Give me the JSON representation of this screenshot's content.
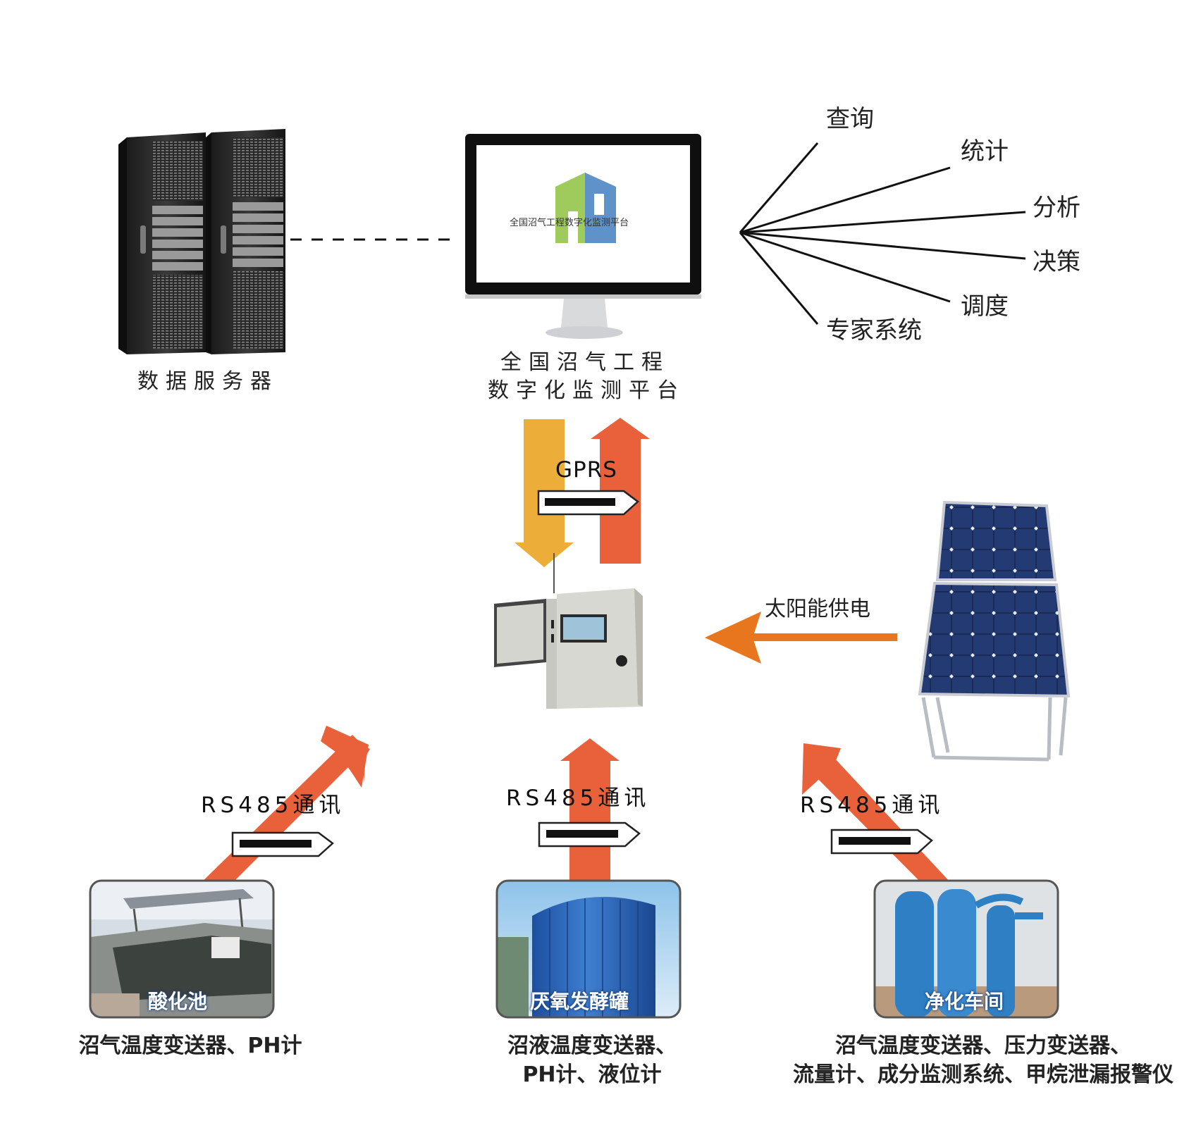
{
  "server": {
    "caption": "数据服务器"
  },
  "platform": {
    "screen_title": "全国沼气工程数字化监测平台",
    "caption_line1": "全国沼气工程",
    "caption_line2": "数字化监测平台"
  },
  "functions": [
    "查询",
    "统计",
    "分析",
    "决策",
    "调度",
    "专家系统"
  ],
  "links": {
    "gprs": "GPRS",
    "solar": "太阳能供电",
    "rs485_left": "RS485通讯",
    "rs485_mid": "RS485通讯",
    "rs485_right": "RS485通讯"
  },
  "sites": [
    {
      "name": "酸化池",
      "devices_line1": "沼气温度变送器、PH计",
      "devices_line2": ""
    },
    {
      "name": "厌氧发酵罐",
      "devices_line1": "沼液温度变送器、",
      "devices_line2": "PH计、液位计"
    },
    {
      "name": "净化车间",
      "devices_line1": "沼气温度变送器、压力变送器、",
      "devices_line2": "流量计、成分监测系统、甲烷泄漏报警仪"
    }
  ],
  "colors": {
    "arrow_red": "#e8613a",
    "arrow_yellow": "#ecae38",
    "arrow_orange": "#e8761e"
  },
  "icons": [
    "server-rack-icon",
    "monitor-icon",
    "control-cabinet-icon",
    "solar-panel-icon"
  ]
}
